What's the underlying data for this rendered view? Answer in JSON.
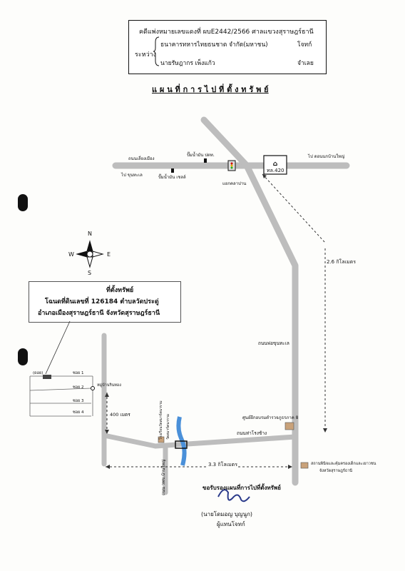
{
  "header": {
    "case_line": "คดีแพ่งหมายเลขแดงที่  ผบE2442/2566   ศาลแขวงสุราษฎร์ธานี",
    "between_label": "ระหว่าง",
    "plaintiff_name": "ธนาคารทหารไทยธนชาต จำกัด(มหาชน)",
    "plaintiff_role": "โจทก์",
    "defendant_name": "นายรัษฎากร  เพ็งแก้ว",
    "defendant_role": "จำเลย"
  },
  "map_title": "แ ผ น ที่ ก า ร ไ ป ที่ ตั้ ง ท รั พ ย์",
  "compass": {
    "n": "N",
    "s": "S",
    "e": "E",
    "w": "W"
  },
  "property_box": {
    "title": "ที่ตั้งทรัพย์",
    "line1": "โฉนดที่ดินเลขที่ 126184 ตำบลวัดประดู่",
    "line2": "อำเภอเมืองสุราษฎร์ธานี  จังหวัดสุราษฎร์ธานี"
  },
  "map_labels": {
    "road_top": "ถนนเลี่ยงเมือง",
    "gas_ptt": "ปั๊มน้ำมัน ปตท.",
    "gas_shell": "ปั๊มน้ำมัน เชลล์",
    "to_khun_thale": "ไป ขุนทะเล",
    "to_ban_nai_yai": "ไป ดอนนกบ้านใหญ่",
    "highway": "ทล.420",
    "junction": "แยกคลาปาน",
    "distance_26": "2.6 กิโลเมตร",
    "road_phochun": "ถนนพ่อขุนทะเล",
    "training_center": "ศูนย์ฝึกอบรมตำรวจภูธรภาค 8",
    "road_rongchang": "ถนนท่าโรงช้าง",
    "distance_33": "3.3 กิโลเมตร",
    "museum_line1": "สถานพินิจและคุ้มครองเด็กและเยาวชน",
    "museum_line2": "จังหวัดสุราษฎร์ธานี",
    "school": "โรงเรียนวัดสมาร์ตนาราม",
    "temple": "วัดสมาร์ตนาราม",
    "road_bottom": "ถนน วพข.บ้านใหญ่",
    "distance_400": "400 เมตร",
    "village": "หมู่บ้านรินทอง",
    "soi_mark": "(ดอย)",
    "soi1": "ซอย 1",
    "soi2": "ซอย 2",
    "soi3": "ซอย 3",
    "soi4": "ซอย 4"
  },
  "certify": "ขอรับรองแผนที่การไปที่ตั้งทรัพย์",
  "signer_name": "(นายโดมอญ   บุญนูก)",
  "signer_role": "ผู้แทนโจทก์",
  "colors": {
    "road": "#bdbdbd",
    "river": "#4a90d9",
    "ink": "#111111"
  }
}
